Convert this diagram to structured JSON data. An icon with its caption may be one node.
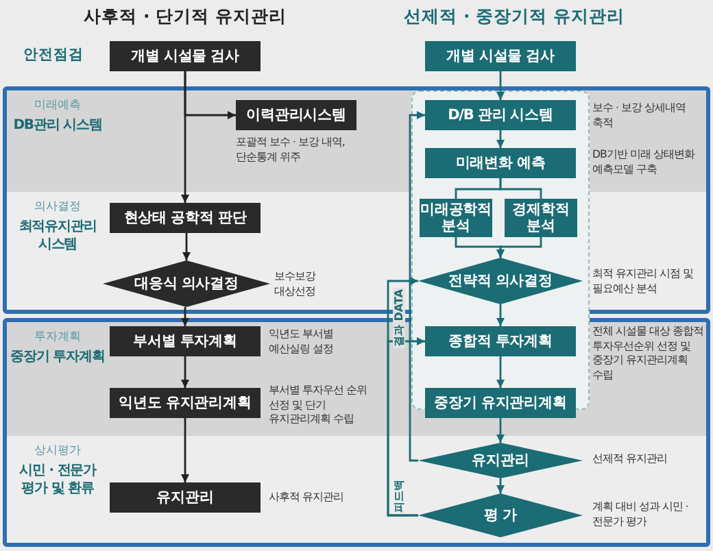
{
  "diagram": {
    "nodes": [
      {
        "text": [
          "개별 시설물 검사"
        ]
      },
      {
        "text": [
          "개별 시설물 검사"
        ]
      },
      {
        "text": [
          "미래예측",
          "DB관리 시스템"
        ]
      },
      {
        "text": [
          "이력관리시스템"
        ],
        "beside": [
          "포괄적 보수 · 보강 내역, 단순통계 위주"
        ],
        "in": 2
      },
      {
        "text": [
          "D/B 관리 시스템"
        ],
        "beside": [
          "보수 · 보강 상세내역 축적"
        ],
        "in": 2
      },
      {
        "text": [
          "미래변화 예측"
        ],
        "beside": [
          "DB기반 미래 상태변화 예측모델 구축"
        ],
        "in": 2
      },
      {
        "text": [
          "의사결정",
          "최적유지관리 시스템"
        ]
      },
      {
        "text": [
          "현상태 공학적 판단"
        ],
        "in": 6
      },
      {
        "text": [
          "미래공학적 분석"
        ],
        "in": 6
      },
      {
        "text": [
          "경제학적 분석"
        ],
        "in": 6
      },
      {
        "text": [
          "대응식 의사결정"
        ],
        "beside": [
          "보수보강 대상선정"
        ],
        "in": 6
      },
      {
        "text": [
          "전략적 의사결정"
        ],
        "beside": [
          "최적 유지관리 시점 및 필요예산 분석"
        ],
        "in": 6
      },
      {
        "text": [
          "투자계획",
          "중장기 투자계획"
        ]
      },
      {
        "text": [
          "부서별 투자계획"
        ],
        "beside": [
          "익년도 부서별 예산실링 설정"
        ],
        "in": 12
      },
      {
        "text": [
          "종합적 투자계획"
        ],
        "beside": [
          "전체 시설물 대상 종합적 투자우선순위 선정 및 중장기 유지관리계획 수립"
        ],
        "in": 12
      },
      {
        "text": [
          "익년도 유지관리계획"
        ],
        "beside": [
          "부서별 투자우선 순위 선정 및 단기 유지관리계획 수립"
        ],
        "in": 12
      },
      {
        "text": [
          "중장기 유지관리계획"
        ],
        "in": 12
      },
      {
        "text": [
          "상시평가",
          "시민 · 전문가 평가 및 환류"
        ]
      },
      {
        "text": [
          "유지관리"
        ],
        "beside": [
          "사후적 유지관리"
        ],
        "in": 17
      },
      {
        "text": [
          "유지관리"
        ],
        "beside": [
          "선제적 유지관리"
        ],
        "in": 17
      },
      {
        "text": [
          "평 가"
        ],
        "beside": [
          "계획 대비 성과 시민 · 전문가 평가"
        ],
        "in": 17
      }
    ],
    "edges": [
      {
        "from": 0,
        "to": 7,
        "arrow": "to",
        "color": "#222222"
      },
      {
        "from": 0,
        "to": 3,
        "arrow": "to",
        "color": "#222222"
      },
      {
        "from": 7,
        "to": 10,
        "arrow": "to",
        "color": "#222222"
      },
      {
        "from": 10,
        "to": 13,
        "arrow": "to",
        "color": "#222222"
      },
      {
        "from": 13,
        "to": 15,
        "arrow": "to",
        "color": "#222222"
      },
      {
        "from": 15,
        "to": 18,
        "arrow": "to",
        "color": "#222222"
      },
      {
        "from": 1,
        "to": 4,
        "arrow": "to"
      },
      {
        "from": 4,
        "to": 5,
        "arrow": "to"
      },
      {
        "from": 5,
        "to": 8,
        "arrow": "none"
      },
      {
        "from": 5,
        "to": 9,
        "arrow": "none"
      },
      {
        "from": 8,
        "to": 11,
        "arrow": "to"
      },
      {
        "from": 9,
        "to": 11,
        "arrow": "to"
      },
      {
        "from": 11,
        "to": 14,
        "arrow": "to"
      },
      {
        "from": 14,
        "to": 16,
        "arrow": "to"
      },
      {
        "from": 16,
        "to": 19,
        "arrow": "to"
      },
      {
        "from": 19,
        "to": 20,
        "arrow": "to"
      },
      {
        "from": 19,
        "to": 4,
        "arrow": "to",
        "label": "결과 DATA"
      },
      {
        "from": 20,
        "to": 11,
        "arrow": "to",
        "label": "피드백"
      },
      {
        "from": 20,
        "to": 14,
        "arrow": "to"
      }
    ],
    "labels": [
      "사후적 · 단기적 유지관리",
      "선제적 · 중장기적 유지관리",
      "안전점검"
    ]
  }
}
